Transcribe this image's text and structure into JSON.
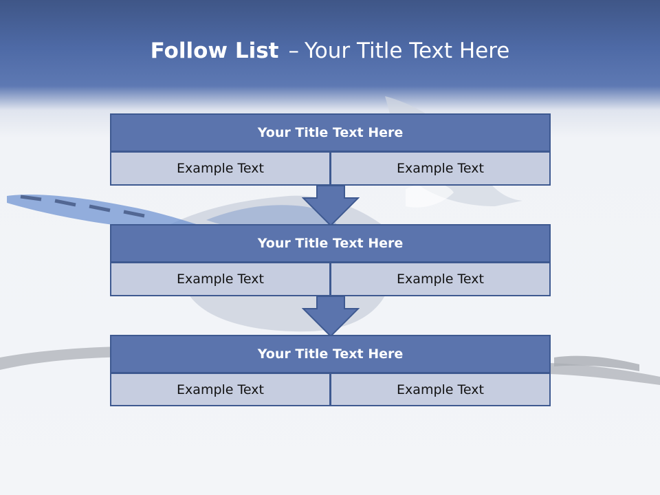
{
  "slide": {
    "title_bold": "Follow List",
    "title_separator": "–",
    "title_rest": "Your Title Text Here"
  },
  "blocks": [
    {
      "title": "Your Title Text Here",
      "items": [
        "Example Text",
        "Example Text"
      ]
    },
    {
      "title": "Your Title Text Here",
      "items": [
        "Example Text",
        "Example Text"
      ]
    },
    {
      "title": "Your Title Text Here",
      "items": [
        "Example Text",
        "Example Text"
      ]
    }
  ],
  "colors": {
    "header_band": "#4e6aa6",
    "block_title_fill": "#5b74ad",
    "block_cell_fill": "#c6cde0",
    "border": "#3e5990"
  },
  "background_image": "blue-jay-on-branch"
}
